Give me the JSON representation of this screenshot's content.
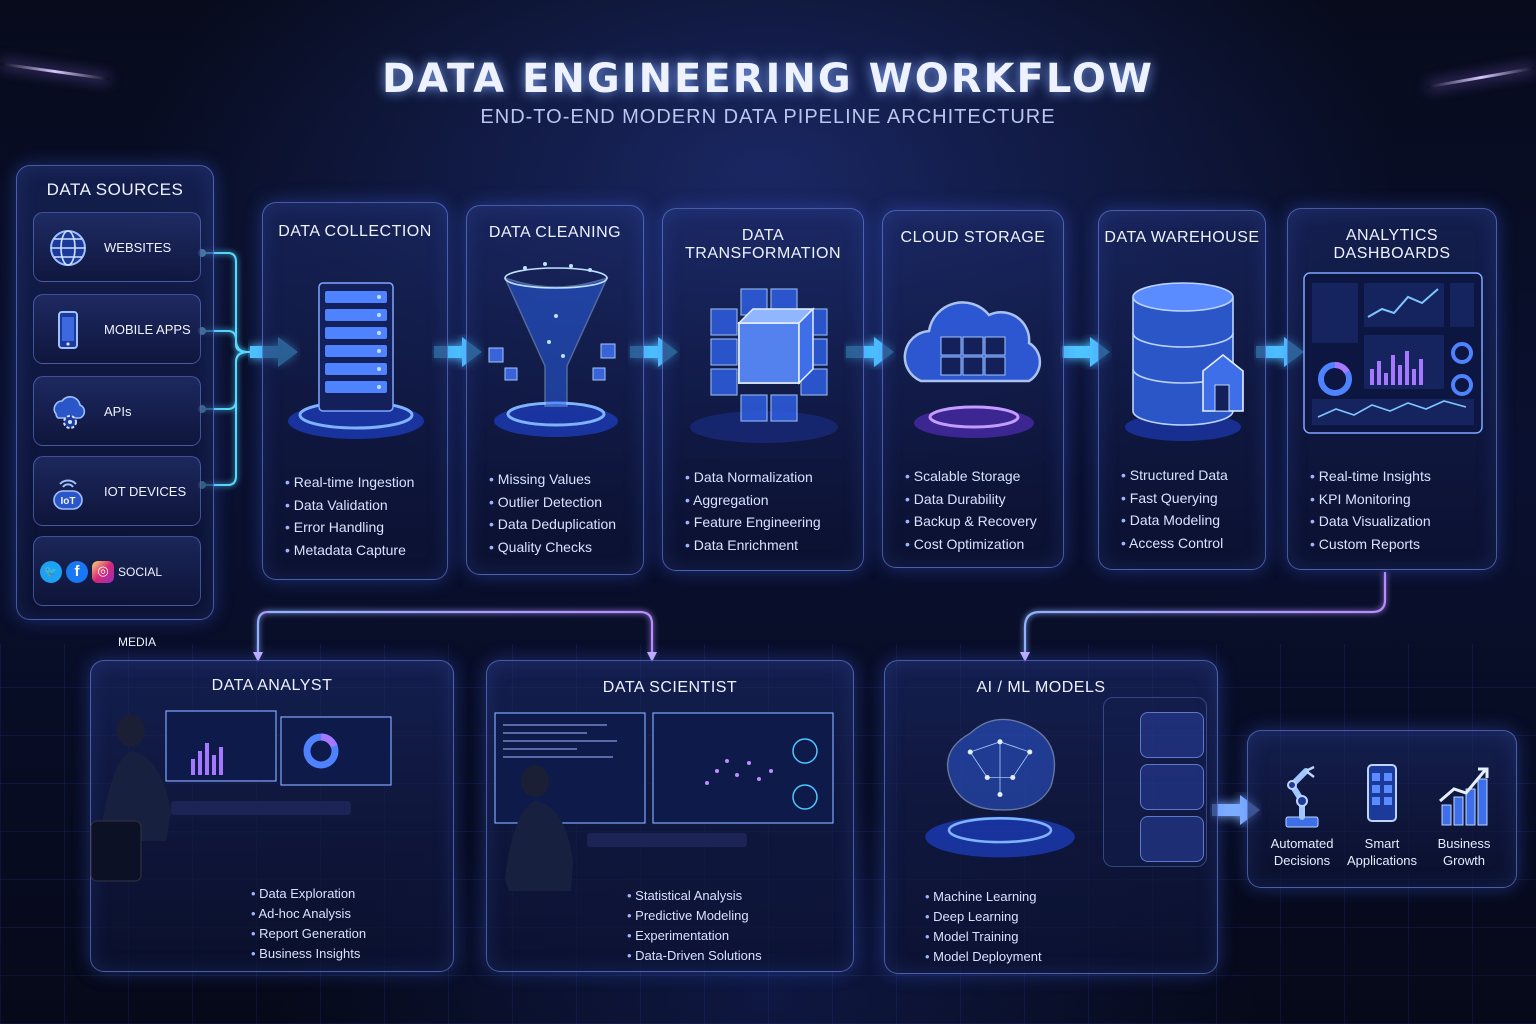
{
  "header": {
    "title": "DATA ENGINEERING WORKFLOW",
    "subtitle": "END-TO-END MODERN DATA PIPELINE ARCHITECTURE"
  },
  "sources": {
    "title": "DATA SOURCES",
    "items": [
      {
        "label": "WEBSITES",
        "icon": "globe-icon"
      },
      {
        "label": "MOBILE APPS",
        "icon": "smartphone-icon"
      },
      {
        "label": "APIs",
        "icon": "api-gear-icon"
      },
      {
        "label": "IOT DEVICES",
        "icon": "iot-icon"
      },
      {
        "label": "SOCIAL MEDIA",
        "icon": "social-icons",
        "social_glyphs": [
          "🐦",
          "f",
          "◎"
        ]
      }
    ]
  },
  "stages": [
    {
      "title": "DATA COLLECTION",
      "icon": "server-rack-icon",
      "items": [
        "Real-time Ingestion",
        "Data Validation",
        "Error Handling",
        "Metadata Capture"
      ]
    },
    {
      "title": "DATA CLEANING",
      "icon": "funnel-icon",
      "items": [
        "Missing Values",
        "Outlier Detection",
        "Data Deduplication",
        "Quality Checks"
      ]
    },
    {
      "title": "DATA TRANSFORMATION",
      "icon": "cube-icon",
      "items": [
        "Data Normalization",
        "Aggregation",
        "Feature Engineering",
        "Data Enrichment"
      ]
    },
    {
      "title": "CLOUD STORAGE",
      "icon": "cloud-icon",
      "items": [
        "Scalable Storage",
        "Data Durability",
        "Backup & Recovery",
        "Cost Optimization"
      ]
    },
    {
      "title": "DATA WAREHOUSE",
      "icon": "database-icon",
      "items": [
        "Structured Data",
        "Fast Querying",
        "Data Modeling",
        "Access Control"
      ]
    },
    {
      "title": "ANALYTICS DASHBOARDS",
      "icon": "dashboard-icon",
      "items": [
        "Real-time Insights",
        "KPI Monitoring",
        "Data Visualization",
        "Custom Reports"
      ]
    }
  ],
  "consumers": [
    {
      "title": "DATA ANALYST",
      "icon": "analyst-workstation-icon",
      "items": [
        "Data Exploration",
        "Ad-hoc Analysis",
        "Report Generation",
        "Business Insights"
      ]
    },
    {
      "title": "DATA SCIENTIST",
      "icon": "scientist-workstation-icon",
      "items": [
        "Statistical Analysis",
        "Predictive Modeling",
        "Experimentation",
        "Data-Driven Solutions"
      ]
    },
    {
      "title": "AI / ML MODELS",
      "icon": "brain-icon",
      "items": [
        "Machine Learning",
        "Deep Learning",
        "Model Training",
        "Model Deployment"
      ]
    }
  ],
  "outcomes": [
    {
      "label": "Automated\nDecisions",
      "icon": "robot-arm-icon"
    },
    {
      "label": "Smart\nApplications",
      "icon": "smart-app-icon"
    },
    {
      "label": "Business\nGrowth",
      "icon": "growth-chart-icon"
    }
  ],
  "colors": {
    "accent": "#4f7dff",
    "glow": "#7fa6ff",
    "purple": "#a678ff",
    "background": "#060a1c"
  }
}
